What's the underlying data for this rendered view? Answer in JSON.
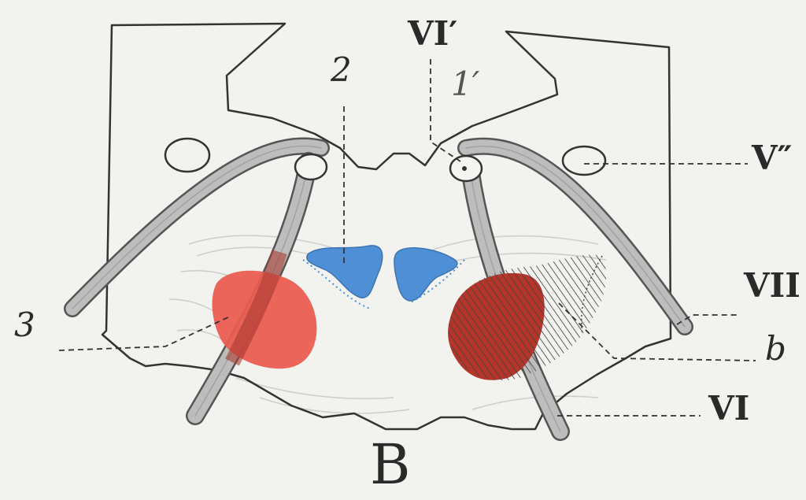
{
  "figure": {
    "letter": "B",
    "colors": {
      "background": "#f2f2ef",
      "outline": "#333333",
      "nerve_fill": "#b9b9b9",
      "nerve_edge": "#555555",
      "blue_nucleus": "#4e8fd6",
      "red_nucleus": "#ec5a4f",
      "dark_red_nucleus": "#b5352b",
      "hatching": "#444444"
    },
    "labels": {
      "vi_prime": "VI′",
      "one_prime": "1′",
      "two": "2",
      "v_double_prime": "V″",
      "vii": "VII",
      "three": "3",
      "b": "b",
      "vi": "VI"
    }
  }
}
